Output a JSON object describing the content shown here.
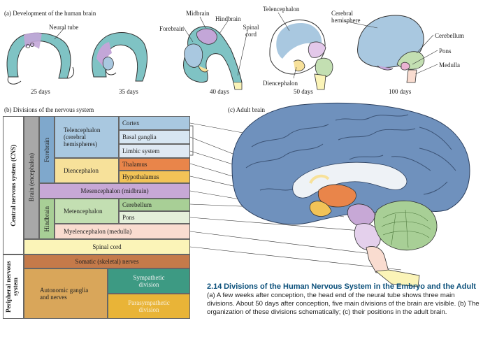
{
  "panel_a": {
    "heading": "(a) Development of the human brain",
    "stages": [
      {
        "age": "25 days"
      },
      {
        "age": "35 days"
      },
      {
        "age": "40 days"
      },
      {
        "age": "50 days"
      },
      {
        "age": "100 days"
      }
    ],
    "labels": {
      "neural_tube": "Neural tube",
      "forebrain": "Forebrain",
      "midbrain": "Midbrain",
      "hindbrain": "Hindbrain",
      "spinal_cord": "Spinal cord",
      "telencephalon": "Telencephalon",
      "diencephalon": "Diencephalon",
      "cerebral_hemisphere": "Cerebral hemisphere",
      "cerebellum": "Cerebellum",
      "pons": "Pons",
      "medulla": "Medulla"
    }
  },
  "panel_b": {
    "heading": "(b) Divisions of the nervous system",
    "cns": "Central nervous system (CNS)",
    "brain": "Brain (encephalon)",
    "forebrain": "Forebrain",
    "hindbrain": "Hindbrain",
    "pns": "Peripheral nervous system",
    "telencephalon": "Telencephalon (cerebral hemispheres)",
    "diencephalon": "Diencephalon",
    "mesencephalon": "Mesencephalon (midbrain)",
    "metencephalon": "Metencephalon",
    "myelencephalon": "Myelencephalon (medulla)",
    "spinal_cord": "Spinal cord",
    "somatic": "Somatic (skeletal) nerves",
    "autonomic": "Autonomic ganglia and nerves",
    "cortex": "Cortex",
    "basal_ganglia": "Basal ganglia",
    "limbic_system": "Limbic system",
    "thalamus": "Thalamus",
    "hypothalamus": "Hypothalamus",
    "cerebellum": "Cerebellum",
    "pons": "Pons",
    "sympathetic": "Sympathetic division",
    "parasympathetic": "Parasympathetic division"
  },
  "panel_c": {
    "heading": "(c) Adult brain"
  },
  "caption": {
    "number": "2.14",
    "title": "Divisions of the Human Nervous System in the Embryo and the Adult",
    "body": "(a) A few weeks after conception, the head end of the neural tube shows three main divisions. About 50 days after conception, five main divisions of the brain are visible. (b) The organization of these divisions schematically; (c) their positions in the adult brain."
  },
  "colors": {
    "telencephalon": "#a9c8e0",
    "diencephalon": "#f7e19a",
    "mesencephalon": "#c7a8d6",
    "metencephalon": "#c3dfb2",
    "myelencephalon": "#f9dcd0",
    "spinal_cord": "#fbf4b8",
    "thalamus": "#e9854a",
    "hypothalamus": "#f2c357",
    "somatic": "#c57a4a",
    "autonomic": "#d9a65a",
    "sympathetic": "#3d9a83",
    "parasympathetic": "#e9b437",
    "brain_gray": "#c9c9c9",
    "brain_blue": "#7a9ec8",
    "cns_gray": "#9e9e9e"
  }
}
